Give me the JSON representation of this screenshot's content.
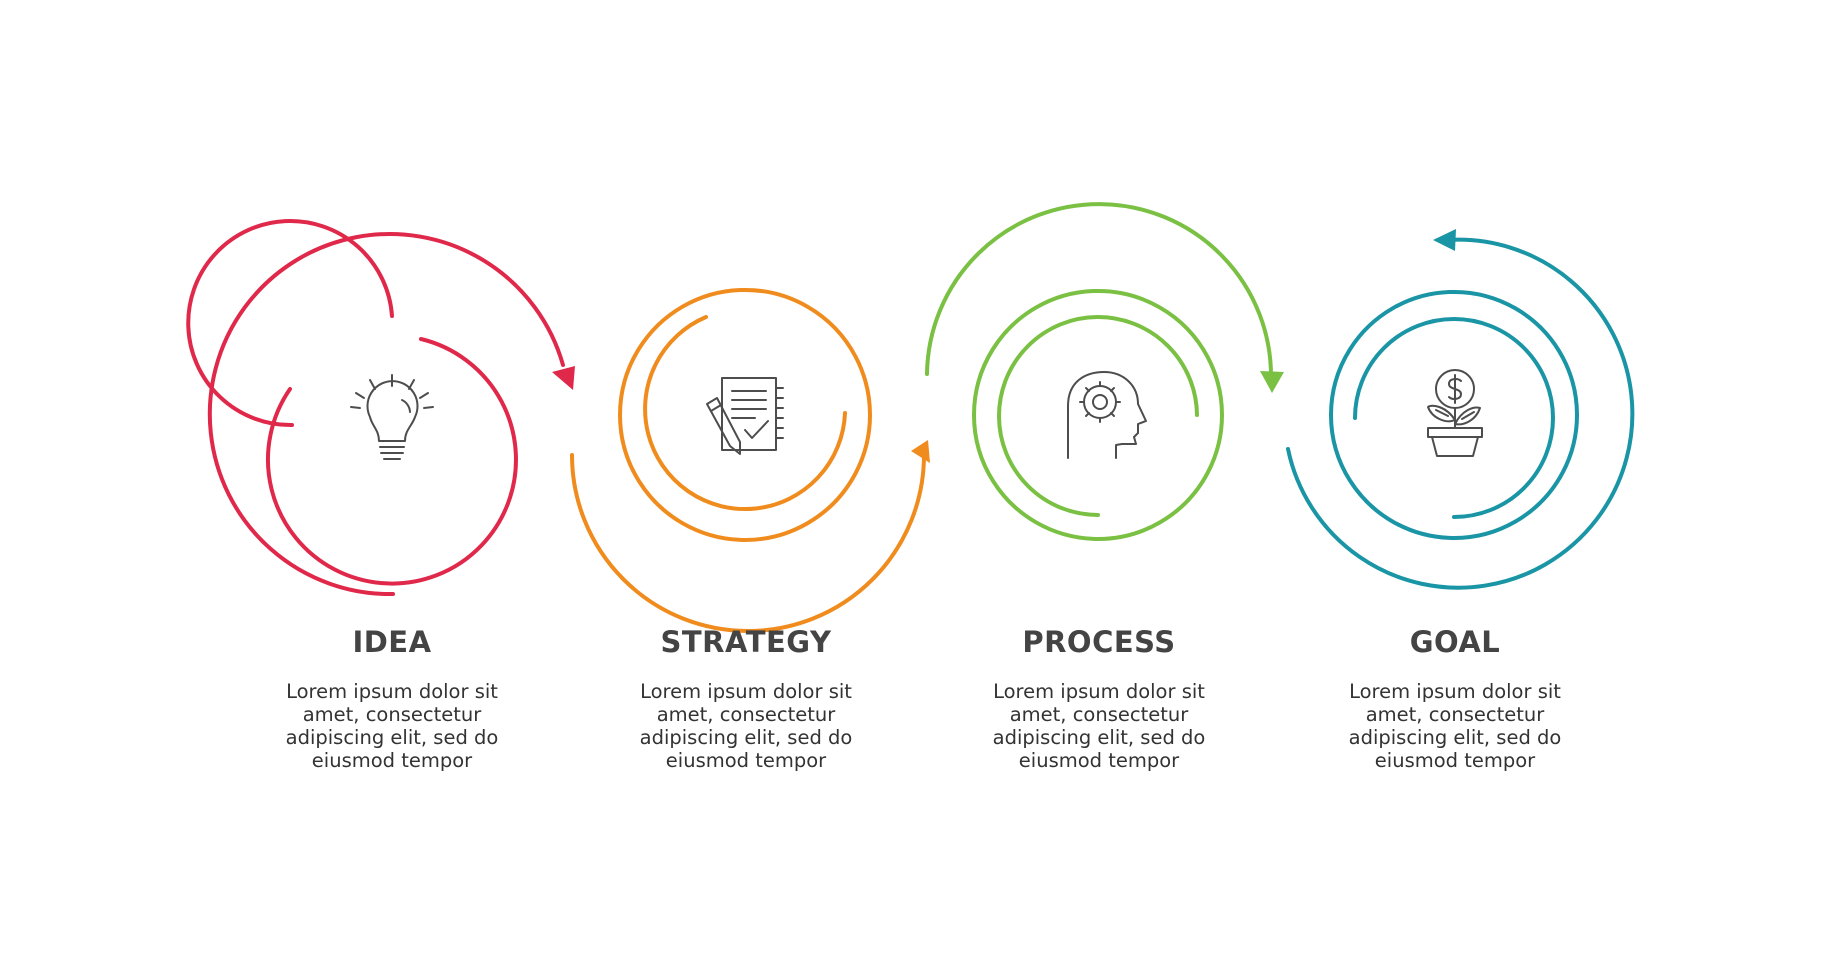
{
  "steps": [
    {
      "title": "IDEA",
      "color": "#e0294a",
      "icon": "lightbulb-icon",
      "description": [
        "Lorem ipsum dolor sit",
        "amet, consectetur",
        "adipiscing elit, sed do",
        "eiusmod tempor"
      ]
    },
    {
      "title": "STRATEGY",
      "color": "#f08c1e",
      "icon": "document-pen-icon",
      "description": [
        "Lorem ipsum dolor sit",
        "amet, consectetur",
        "adipiscing elit, sed do",
        "eiusmod tempor"
      ]
    },
    {
      "title": "PROCESS",
      "color": "#7ac043",
      "icon": "head-gear-icon",
      "description": [
        "Lorem ipsum dolor sit",
        "amet, consectetur",
        "adipiscing elit, sed do",
        "eiusmod tempor"
      ]
    },
    {
      "title": "GOAL",
      "color": "#1a95a5",
      "icon": "money-plant-icon",
      "description": [
        "Lorem ipsum dolor sit",
        "amet, consectetur",
        "adipiscing elit, sed do",
        "eiusmod tempor"
      ]
    }
  ]
}
